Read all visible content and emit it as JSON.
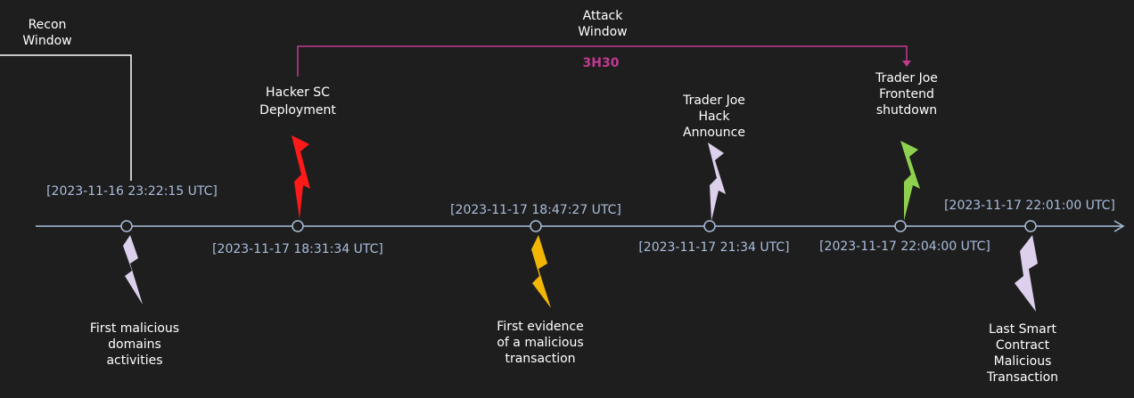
{
  "recon_window": {
    "line1": "Recon",
    "line2": "Window"
  },
  "attack_window": {
    "line1": "Attack",
    "line2": "Window",
    "duration": "3H30"
  },
  "colors": {
    "background": "#1e1e1e",
    "axis": "#a9bedc",
    "date_text": "#a9bedc",
    "attack_bracket": "#c03a90",
    "bolt_lavender": "#dcd0ec",
    "bolt_red": "#ff1a1a",
    "bolt_orange": "#f2b705",
    "bolt_green": "#8fd14f"
  },
  "events": [
    {
      "date": "[2023-11-16 23:22:15 UTC]",
      "desc": [
        "First malicious",
        "domains",
        "activities"
      ],
      "bolt_color": "lavender-bolt"
    },
    {
      "date": "[2023-11-17 18:31:34 UTC]",
      "desc": [
        "Hacker SC",
        "Deployment"
      ],
      "bolt_color": "red-bolt"
    },
    {
      "date": "[2023-11-17 18:47:27 UTC]",
      "desc": [
        "First evidence",
        "of a malicious",
        "transaction"
      ],
      "bolt_color": "orange-bolt"
    },
    {
      "date": "[2023-11-17 21:34 UTC]",
      "desc": [
        "Trader Joe",
        "Hack",
        "Announce"
      ],
      "bolt_color": "lavender-bolt"
    },
    {
      "date": "[2023-11-17 22:04:00 UTC]",
      "desc": [
        "Trader Joe",
        "Frontend",
        "shutdown"
      ],
      "bolt_color": "green-bolt"
    },
    {
      "date": "[2023-11-17 22:01:00 UTC]",
      "desc": [
        "Last Smart",
        "Contract",
        "Malicious",
        "Transaction"
      ],
      "bolt_color": "lavender-bolt"
    }
  ]
}
